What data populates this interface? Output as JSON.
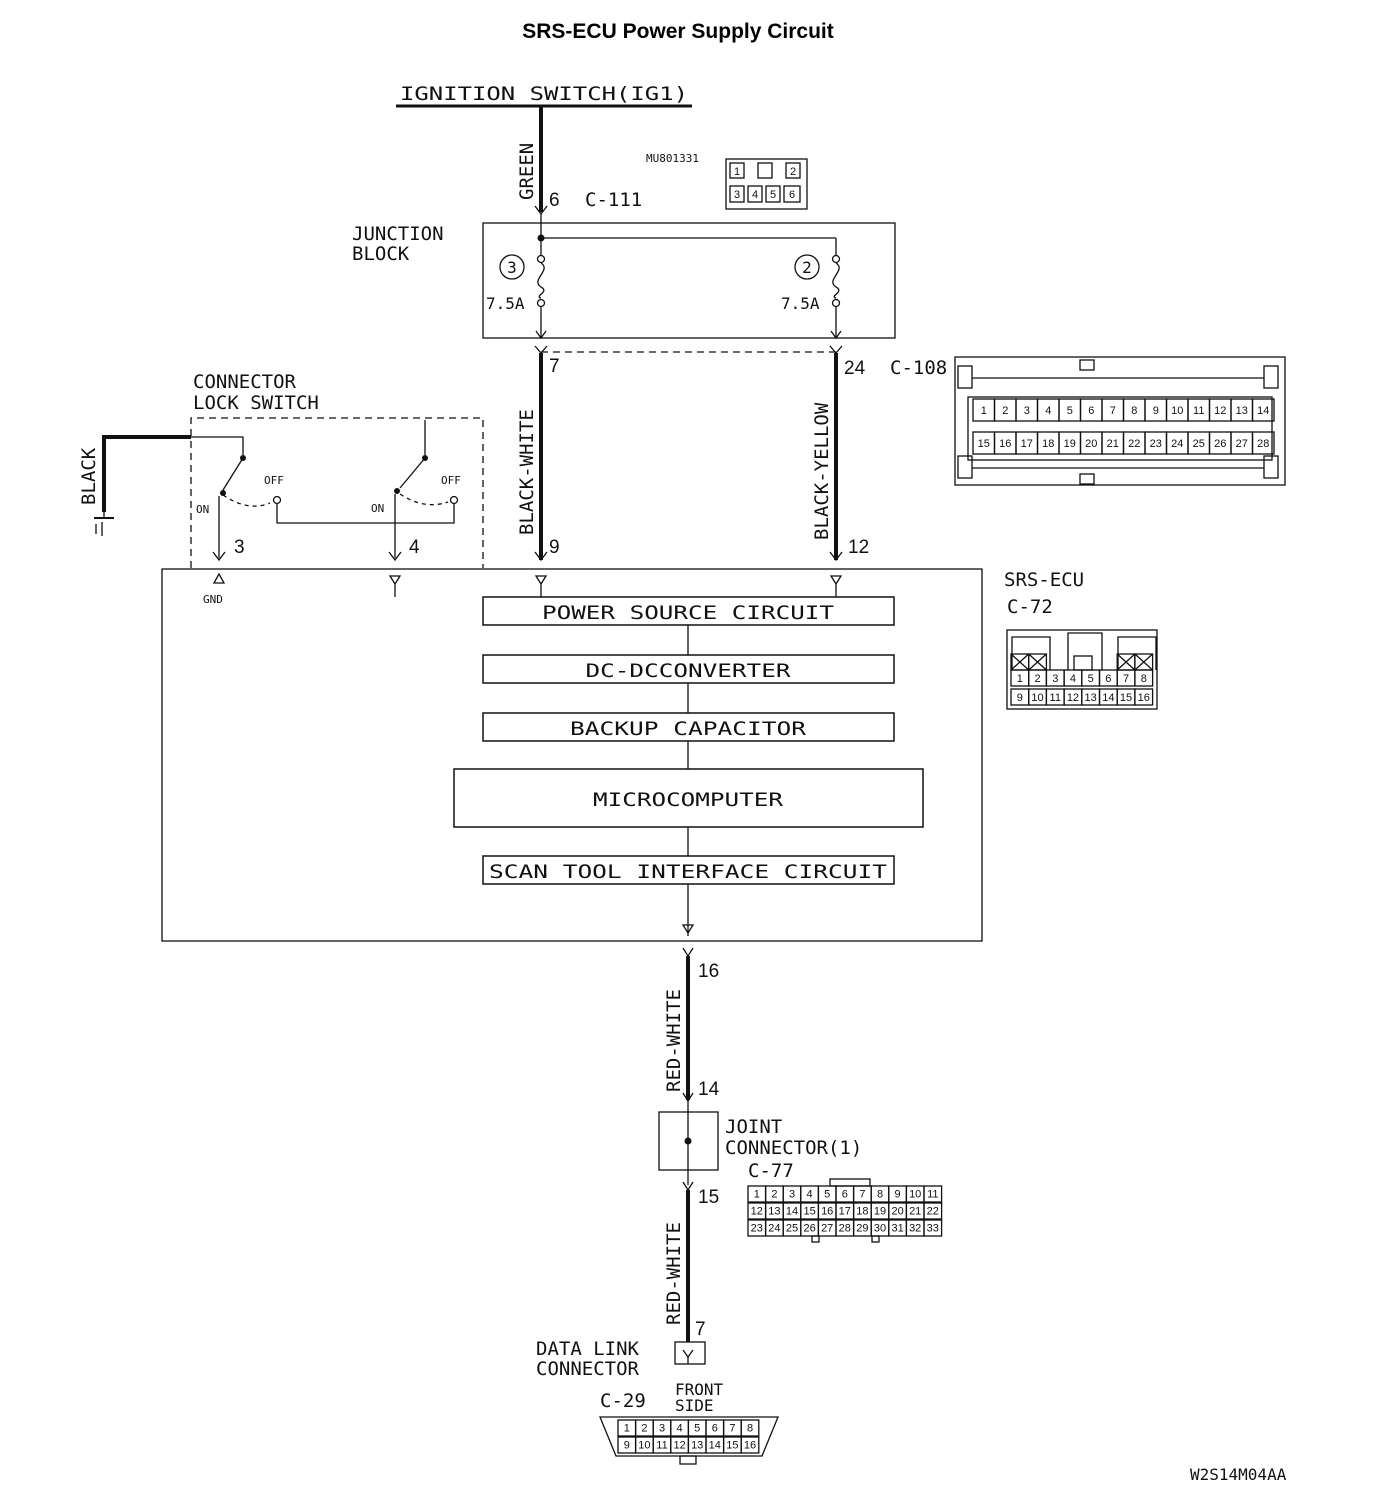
{
  "title": "SRS-ECU Power Supply Circuit",
  "ignition_switch": "IGNITION SWITCH(IG1)",
  "code_mu": "MU801331",
  "c111_pins": [
    "1",
    "",
    "2",
    "3",
    "4",
    "5",
    "6"
  ],
  "junction_block": {
    "line1": "JUNCTION",
    "line2": "BLOCK",
    "fuse3": "3",
    "fuse2": "2",
    "rating_left": "7.5A",
    "rating_right": "7.5A"
  },
  "connector_lock_switch": {
    "line1": "CONNECTOR",
    "line2": "LOCK SWITCH",
    "on_left": "ON",
    "off_left": "OFF",
    "on_right": "ON",
    "off_right": "OFF"
  },
  "connectors": {
    "c111": "C-111",
    "c108": "C-108",
    "c72": "C-72",
    "c77": "C-77",
    "c29": "C-29",
    "c108_row1": [
      "1",
      "2",
      "3",
      "4",
      "5",
      "6",
      "7",
      "8",
      "9",
      "10",
      "11",
      "12",
      "13",
      "14"
    ],
    "c108_row2": [
      "15",
      "16",
      "17",
      "18",
      "19",
      "20",
      "21",
      "22",
      "23",
      "24",
      "25",
      "26",
      "27",
      "28"
    ],
    "c72_row1": [
      "1",
      "2",
      "3",
      "4",
      "5",
      "6",
      "7",
      "8"
    ],
    "c72_row2": [
      "9",
      "10",
      "11",
      "12",
      "13",
      "14",
      "15",
      "16"
    ],
    "c77_row1": [
      "1",
      "2",
      "3",
      "4",
      "5",
      "6",
      "7",
      "8",
      "9",
      "10",
      "11"
    ],
    "c77_row2": [
      "12",
      "13",
      "14",
      "15",
      "16",
      "17",
      "18",
      "19",
      "20",
      "21",
      "22"
    ],
    "c77_row3": [
      "23",
      "24",
      "25",
      "26",
      "27",
      "28",
      "29",
      "30",
      "31",
      "32",
      "33"
    ],
    "c29_row1": [
      "1",
      "2",
      "3",
      "4",
      "5",
      "6",
      "7",
      "8"
    ],
    "c29_row2": [
      "9",
      "10",
      "11",
      "12",
      "13",
      "14",
      "15",
      "16"
    ]
  },
  "wires": {
    "green": "GREEN",
    "black": "BLACK",
    "black_white": "BLACK-WHITE",
    "black_yellow": "BLACK-YELLOW",
    "red_white_upper": "RED-WHITE",
    "red_white_lower": "RED-WHITE"
  },
  "pins": {
    "p6": "6",
    "p7_top": "7",
    "p24": "24",
    "p3": "3",
    "p4": "4",
    "p9": "9",
    "p12": "12",
    "p16": "16",
    "p14": "14",
    "p15": "15",
    "p7_dlc": "7"
  },
  "gnd": "GND",
  "srs_ecu": {
    "name": "SRS-ECU",
    "connector": "C-72"
  },
  "blocks": {
    "power": "POWER SOURCE CIRCUIT",
    "dcdc": "DC-DCCONVERTER",
    "backup": "BACKUP CAPACITOR",
    "micro": "MICROCOMPUTER",
    "scan": "SCAN TOOL INTERFACE CIRCUIT"
  },
  "joint_connector": {
    "line1": "JOINT",
    "line2": "CONNECTOR(1)"
  },
  "dlc": {
    "line1": "DATA LINK",
    "line2": "CONNECTOR",
    "front_line1": "FRONT",
    "front_line2": "SIDE"
  },
  "figure_code": "W2S14M04AA"
}
